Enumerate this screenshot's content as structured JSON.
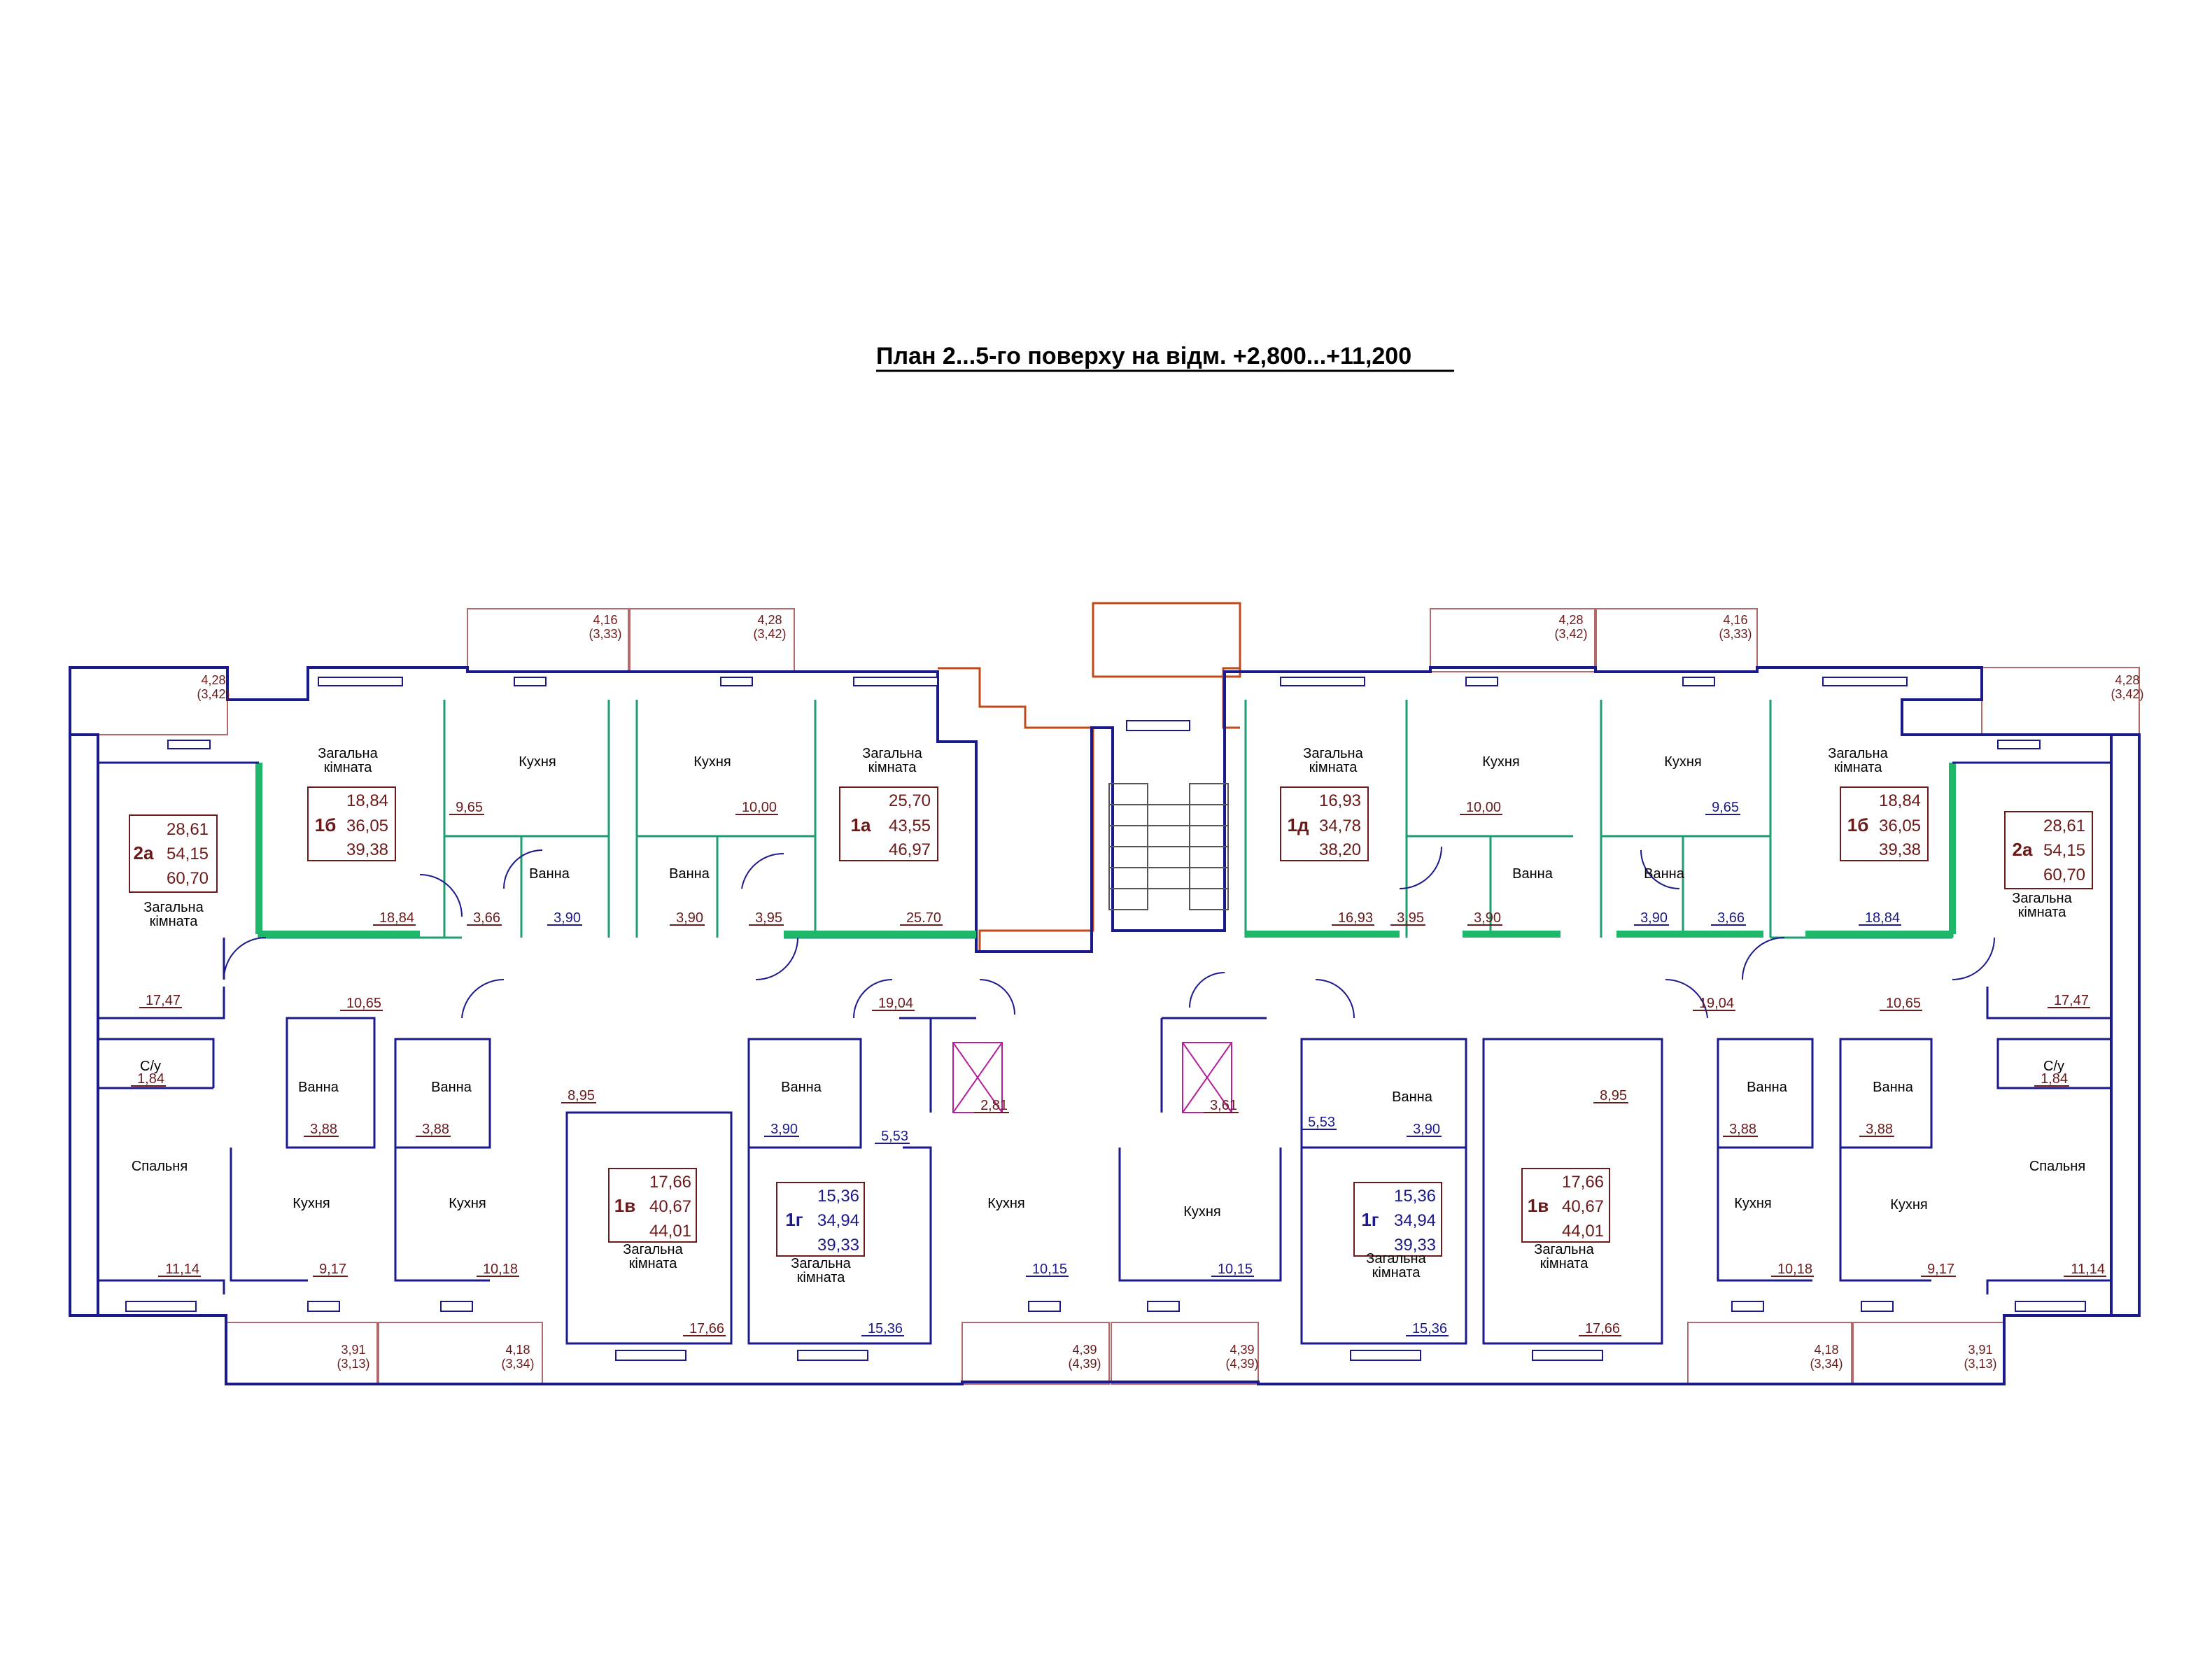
{
  "title": "План 2...5-го поверху на відм. +2,800...+11,200",
  "colors": {
    "wall": "#1a1a8c",
    "partition": "#1f9e6e",
    "balcony": "#b36a6a",
    "stair_core": "#c04a1a",
    "area_label": "#6b1a1a",
    "area_label_blue": "#1a1a8c",
    "elevator": "#b3209a"
  },
  "balconies": [
    {
      "id": "b1",
      "area": "4,28",
      "reduced": "(3,42)"
    },
    {
      "id": "b2",
      "area": "4,16",
      "reduced": "(3,33)"
    },
    {
      "id": "b3",
      "area": "4,28",
      "reduced": "(3,42)"
    },
    {
      "id": "b4",
      "area": "4,28",
      "reduced": "(3,42)"
    },
    {
      "id": "b5",
      "area": "4,16",
      "reduced": "(3,33)"
    },
    {
      "id": "b6",
      "area": "4,28",
      "reduced": "(3,42)"
    },
    {
      "id": "b7",
      "area": "3,91",
      "reduced": "(3,13)"
    },
    {
      "id": "b8",
      "area": "4,18",
      "reduced": "(3,34)"
    },
    {
      "id": "b9",
      "area": "4,39",
      "reduced": "(4,39)"
    },
    {
      "id": "b10",
      "area": "4,39",
      "reduced": "(4,39)"
    },
    {
      "id": "b11",
      "area": "4,18",
      "reduced": "(3,34)"
    },
    {
      "id": "b12",
      "area": "3,91",
      "reduced": "(3,13)"
    }
  ],
  "apartments": [
    {
      "id": "a1",
      "code": "2а",
      "living": "28,61",
      "total": "54,15",
      "with_balcony": "60,70"
    },
    {
      "id": "a2",
      "code": "1б",
      "living": "18,84",
      "total": "36,05",
      "with_balcony": "39,38"
    },
    {
      "id": "a3",
      "code": "1а",
      "living": "25,70",
      "total": "43,55",
      "with_balcony": "46,97"
    },
    {
      "id": "a4",
      "code": "1д",
      "living": "16,93",
      "total": "34,78",
      "with_balcony": "38,20"
    },
    {
      "id": "a5",
      "code": "1б",
      "living": "18,84",
      "total": "36,05",
      "with_balcony": "39,38"
    },
    {
      "id": "a6",
      "code": "2а",
      "living": "28,61",
      "total": "54,15",
      "with_balcony": "60,70"
    },
    {
      "id": "a7",
      "code": "1в",
      "living": "17,66",
      "total": "40,67",
      "with_balcony": "44,01"
    },
    {
      "id": "a8",
      "code": "1г",
      "living": "15,36",
      "total": "34,94",
      "with_balcony": "39,33"
    },
    {
      "id": "a9",
      "code": "1г",
      "living": "15,36",
      "total": "34,94",
      "with_balcony": "39,33"
    },
    {
      "id": "a10",
      "code": "1в",
      "living": "17,66",
      "total": "40,67",
      "with_balcony": "44,01"
    }
  ],
  "room_names": {
    "living": "Загальна кімната",
    "living_l1": "Загальна",
    "living_l2": "кімната",
    "kitchen": "Кухня",
    "bath": "Ванна",
    "wc": "С/у",
    "bedroom": "Спальня"
  },
  "room_areas": [
    {
      "id": "r1",
      "value": "17,47"
    },
    {
      "id": "r2",
      "value": "18,84"
    },
    {
      "id": "r3",
      "value": "9,65"
    },
    {
      "id": "r4",
      "value": "3,66"
    },
    {
      "id": "r5",
      "value": "3,90"
    },
    {
      "id": "r6",
      "value": "10,00"
    },
    {
      "id": "r7",
      "value": "3,90"
    },
    {
      "id": "r8",
      "value": "3,95"
    },
    {
      "id": "r9",
      "value": "25.70"
    },
    {
      "id": "r10",
      "value": "16,93"
    },
    {
      "id": "r11",
      "value": "10,00"
    },
    {
      "id": "r12",
      "value": "3,95"
    },
    {
      "id": "r13",
      "value": "3,90"
    },
    {
      "id": "r14",
      "value": "9,65"
    },
    {
      "id": "r15",
      "value": "3,90"
    },
    {
      "id": "r16",
      "value": "3,66"
    },
    {
      "id": "r17",
      "value": "18,84"
    },
    {
      "id": "r18",
      "value": "17,47"
    },
    {
      "id": "r19",
      "value": "10,65"
    },
    {
      "id": "r20",
      "value": "19,04"
    },
    {
      "id": "r21",
      "value": "19,04"
    },
    {
      "id": "r22",
      "value": "10,65"
    },
    {
      "id": "r23",
      "value": "1,84"
    },
    {
      "id": "r24",
      "value": "3,88"
    },
    {
      "id": "r25",
      "value": "3,88"
    },
    {
      "id": "r26",
      "value": "8,95"
    },
    {
      "id": "r27",
      "value": "3,90"
    },
    {
      "id": "r28",
      "value": "5,53"
    },
    {
      "id": "r29",
      "value": "2,81"
    },
    {
      "id": "r30",
      "value": "3,61"
    },
    {
      "id": "r31",
      "value": "5,53"
    },
    {
      "id": "r32",
      "value": "3,90"
    },
    {
      "id": "r33",
      "value": "8,95"
    },
    {
      "id": "r34",
      "value": "3,88"
    },
    {
      "id": "r35",
      "value": "3,88"
    },
    {
      "id": "r36",
      "value": "1,84"
    },
    {
      "id": "r37",
      "value": "11,14"
    },
    {
      "id": "r38",
      "value": "9,17"
    },
    {
      "id": "r39",
      "value": "10,18"
    },
    {
      "id": "r40",
      "value": "17,66"
    },
    {
      "id": "r41",
      "value": "15,36"
    },
    {
      "id": "r42",
      "value": "10,15"
    },
    {
      "id": "r43",
      "value": "10,15"
    },
    {
      "id": "r44",
      "value": "15,36"
    },
    {
      "id": "r45",
      "value": "17,66"
    },
    {
      "id": "r46",
      "value": "10,18"
    },
    {
      "id": "r47",
      "value": "9,17"
    },
    {
      "id": "r48",
      "value": "11,14"
    }
  ]
}
